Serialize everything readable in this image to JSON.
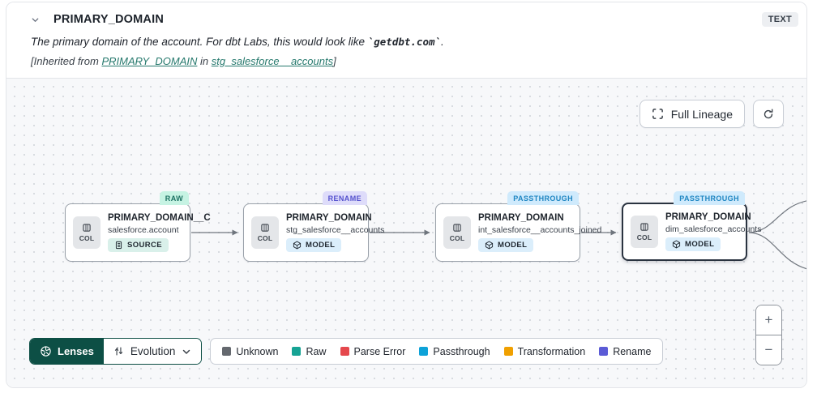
{
  "header": {
    "title": "PRIMARY_DOMAIN",
    "type_badge": "TEXT",
    "description_prefix": "The primary domain of the account. For dbt Labs, this would look like ",
    "description_code": "`getdbt.com`",
    "description_suffix": ".",
    "inherited_prefix": "[Inherited from ",
    "inherited_link_column": "PRIMARY_DOMAIN",
    "inherited_middle": " in ",
    "inherited_link_model": "stg_salesforce__accounts",
    "inherited_suffix": "]"
  },
  "canvas": {
    "full_lineage_label": "Full Lineage",
    "nodes": [
      {
        "lens_badge": "RAW",
        "chip": "COL",
        "title": "PRIMARY_DOMAIN__C",
        "subtitle": "salesforce.account",
        "resource": "SOURCE"
      },
      {
        "lens_badge": "RENAME",
        "chip": "COL",
        "title": "PRIMARY_DOMAIN",
        "subtitle": "stg_salesforce__accounts",
        "resource": "MODEL"
      },
      {
        "lens_badge": "PASSTHROUGH",
        "chip": "COL",
        "title": "PRIMARY_DOMAIN",
        "subtitle": "int_salesforce__accounts_joined",
        "resource": "MODEL"
      },
      {
        "lens_badge": "PASSTHROUGH",
        "chip": "COL",
        "title": "PRIMARY_DOMAIN",
        "subtitle": "dim_salesforce_accounts",
        "resource": "MODEL"
      }
    ],
    "zoom_in": "+",
    "zoom_out": "−"
  },
  "toolbar": {
    "lenses_label": "Lenses",
    "lens_selected": "Evolution",
    "legend": [
      {
        "label": "Unknown",
        "color": "#64686e"
      },
      {
        "label": "Raw",
        "color": "#16a394"
      },
      {
        "label": "Parse Error",
        "color": "#e5484d"
      },
      {
        "label": "Passthrough",
        "color": "#0da2d8"
      },
      {
        "label": "Transformation",
        "color": "#f0a000"
      },
      {
        "label": "Rename",
        "color": "#5b5bd6"
      }
    ]
  },
  "colors": {
    "lenses_button_bg": "#0d4f45",
    "link_teal": "#26796d",
    "lens_raw_bg": "#c6f3e3",
    "lens_rename_bg": "#dedcfa",
    "lens_passthrough_bg": "#cfeafc"
  }
}
